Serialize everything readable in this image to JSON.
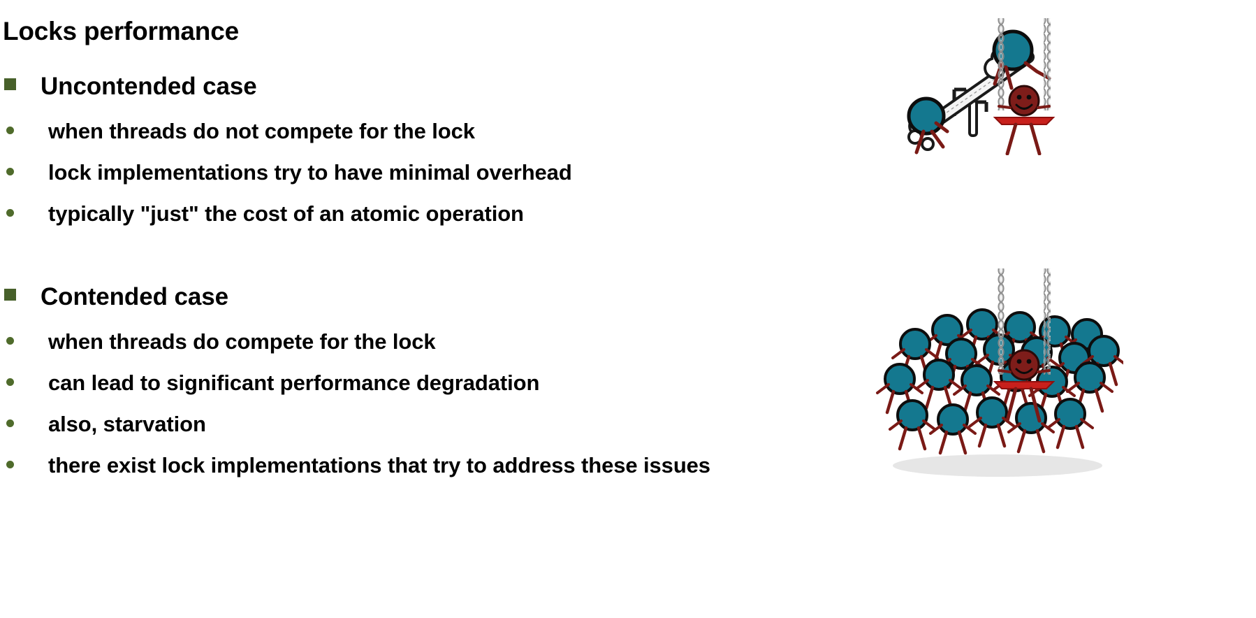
{
  "slide": {
    "title": "Locks performance",
    "background_color": "#ffffff",
    "text_color": "#000000",
    "accent_color": "#47602a",
    "figure_color": "#14788f",
    "limb_color": "#7a1a16"
  },
  "content": [
    {
      "level": 1,
      "marker": "square-bullet",
      "text": "Uncontended case"
    },
    {
      "level": 2,
      "marker": "dot-bullet",
      "text": "when threads do not compete for the lock"
    },
    {
      "level": 2,
      "marker": "dot-bullet",
      "text": "lock implementations try to have minimal overhead"
    },
    {
      "level": 2,
      "marker": "dot-bullet",
      "text": "typically \"just\" the cost of an atomic operation"
    },
    {
      "level": 0,
      "marker": "none",
      "text": ""
    },
    {
      "level": 1,
      "marker": "square-bullet",
      "text": "Contended case"
    },
    {
      "level": 2,
      "marker": "dot-bullet",
      "text": "when threads do compete for the lock"
    },
    {
      "level": 2,
      "marker": "dot-bullet",
      "text": "can lead to significant performance degradation"
    },
    {
      "level": 2,
      "marker": "dot-bullet",
      "text": "also, starvation"
    },
    {
      "level": 2,
      "marker": "dot-bullet",
      "text": "there exist lock implementations that try to address these issues"
    }
  ],
  "illustrations": [
    {
      "name": "seesaw-two-figures",
      "description": "Two stick figures with teal round heads balanced on a seesaw",
      "figure_count": 2
    },
    {
      "name": "swing-single-rider",
      "description": "A swing hanging from chains with one smiling rider on the red seat",
      "figure_count": 1
    },
    {
      "name": "crowd-of-figures",
      "description": "Large crowd of stick figures with teal round heads",
      "figure_count": 20
    },
    {
      "name": "swing-single-rider-crowded",
      "description": "A swing hanging from chains with one smiling rider while a crowd waits",
      "figure_count": 1
    }
  ]
}
